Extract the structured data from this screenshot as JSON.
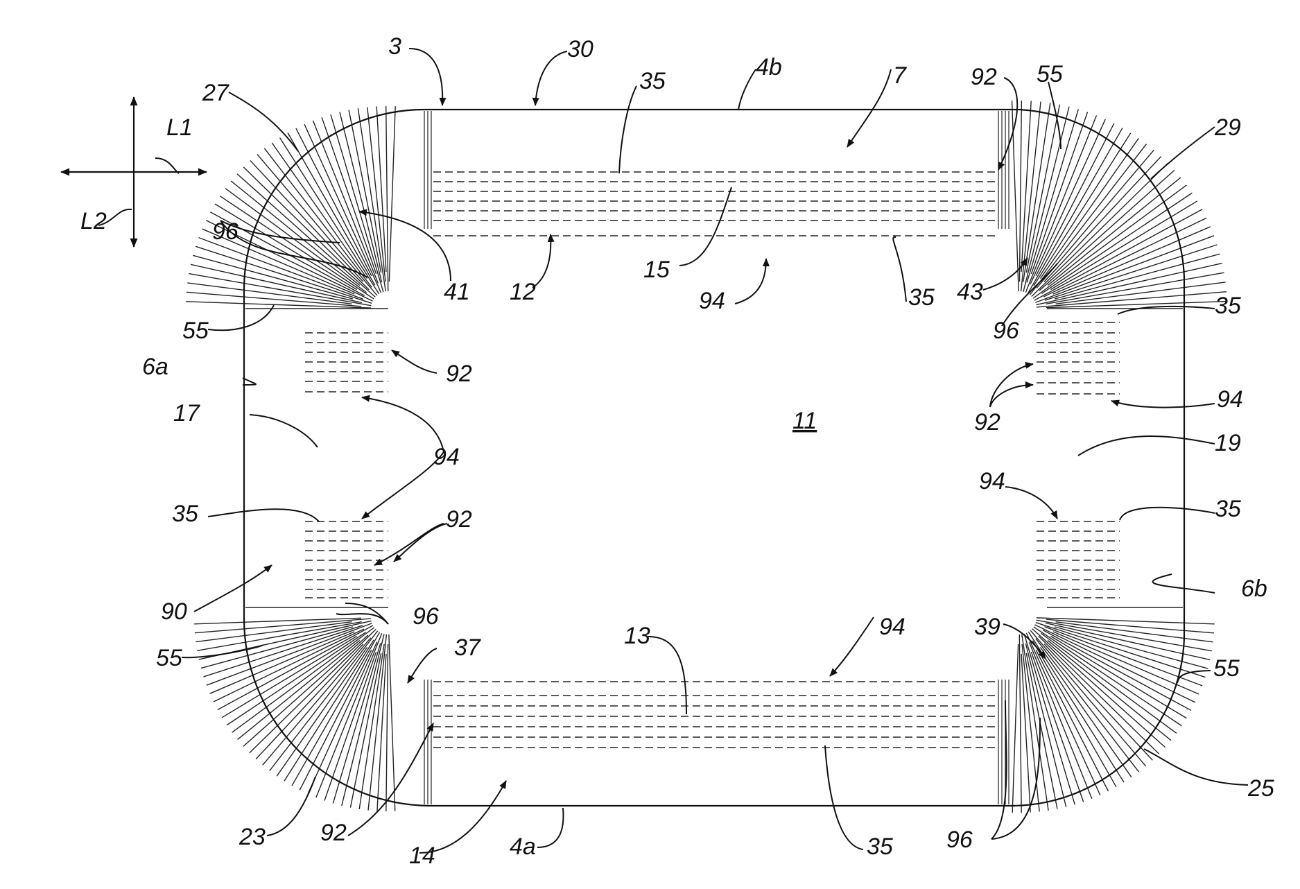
{
  "labels": {
    "l3": "3",
    "l30": "30",
    "l35_top": "35",
    "l4b": "4b",
    "l7": "7",
    "l92_tr": "92",
    "l55_tr": "55",
    "l27": "27",
    "l29": "29",
    "l1": "L1",
    "l2": "L2",
    "l96_tl": "96",
    "l41": "41",
    "l12": "12",
    "l15": "15",
    "l94_top": "94",
    "l35_tr": "35",
    "l43": "43",
    "l35_right1": "35",
    "l96_tr": "96",
    "l55_left": "55",
    "l6a": "6a",
    "l92_left1": "92",
    "l92_right": "92",
    "l94_right1": "94",
    "l11": "11",
    "l17": "17",
    "l19": "19",
    "l94_left": "94",
    "l94_right2": "94",
    "l35_left2": "35",
    "l35_right2": "35",
    "l92_left2": "92",
    "l90": "90",
    "l6b": "6b",
    "l96_bl": "96",
    "l94_bottom": "94",
    "l39": "39",
    "l55_bl": "55",
    "l37": "37",
    "l13": "13",
    "l55_br": "55",
    "l23": "23",
    "l92_bottom": "92",
    "l14": "14",
    "l4a": "4a",
    "l35_bottom": "35",
    "l96_br": "96",
    "l25": "25"
  }
}
